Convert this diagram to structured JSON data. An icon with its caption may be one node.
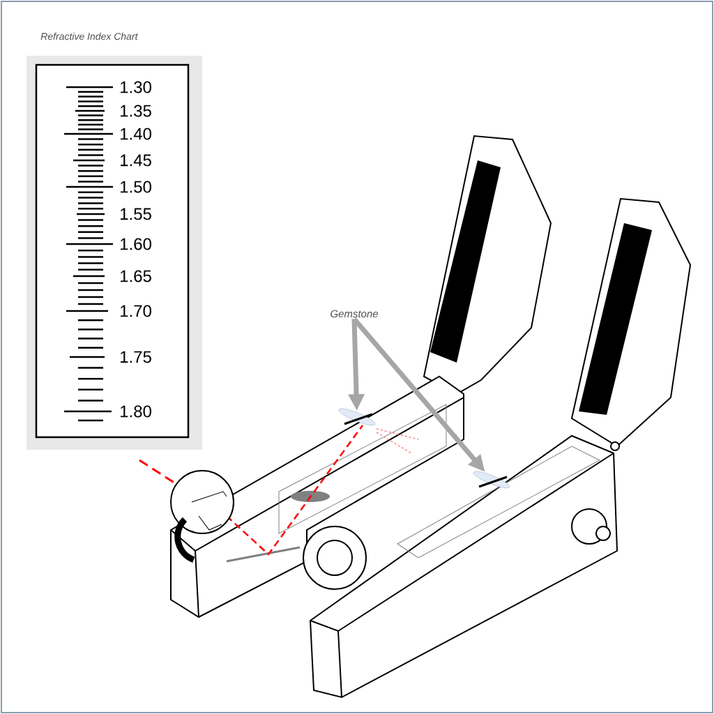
{
  "diagram": {
    "nodes": [
      {
        "text": [
          "Gemstone"
        ]
      },
      {
        "text": [],
        "shape": "picture"
      },
      {
        "text": [],
        "shape": "picture"
      }
    ],
    "edges": [
      {
        "from": 0,
        "to": 1,
        "arrow": "to"
      },
      {
        "from": 0,
        "to": 2,
        "arrow": "to"
      }
    ],
    "labels": [
      "Refractive Index Chart",
      "1.30",
      "1.35",
      "1.40",
      "1.45",
      "1.50",
      "1.55",
      "1.60",
      "1.65",
      "1.70",
      "1.75",
      "1.80"
    ]
  }
}
